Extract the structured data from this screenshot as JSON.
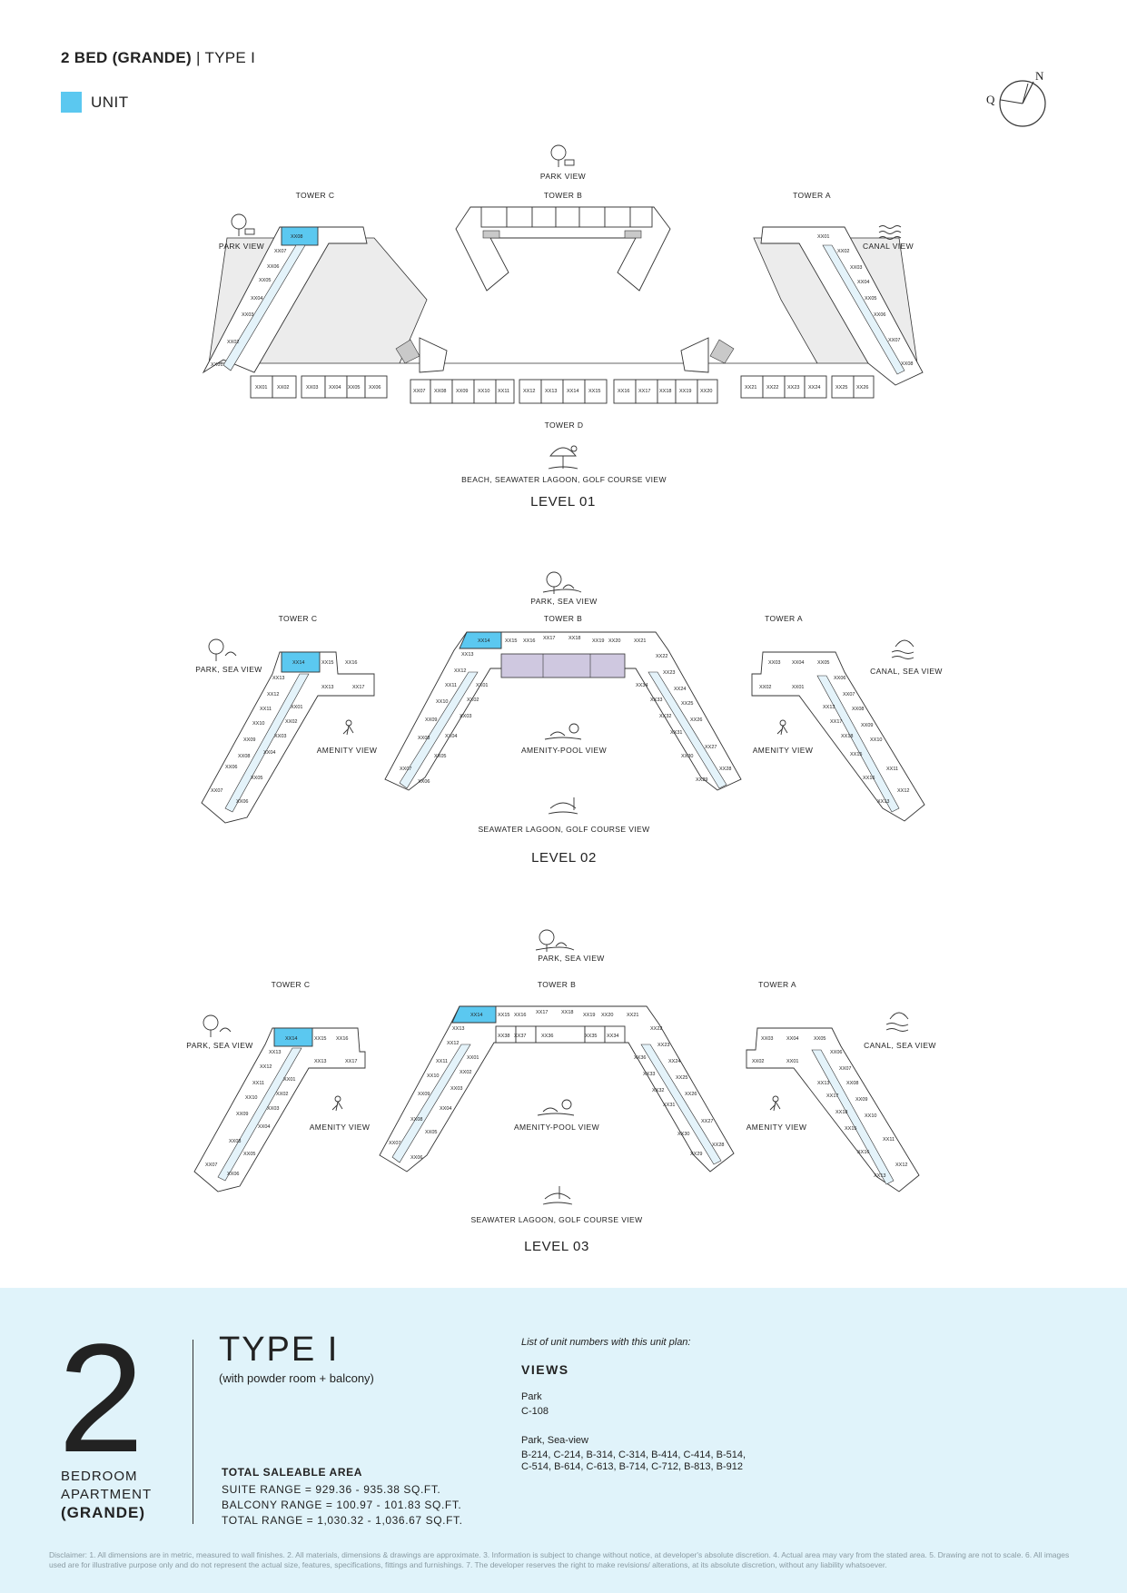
{
  "header": {
    "title_bold": "2 BED (GRANDE)",
    "title_sep": "|",
    "title_type": "TYPE I",
    "legend_label": "UNIT"
  },
  "compass": {
    "north": "N",
    "other": "Q"
  },
  "colors": {
    "unit_highlight": "#5bc8f0",
    "panel_bg": "#e0f3fa",
    "courtyard": "#ececec",
    "pool": "#cfc8e0"
  },
  "level1": {
    "name": "LEVEL 01",
    "views": {
      "top": "PARK VIEW",
      "left": "PARK VIEW",
      "right": "CANAL VIEW",
      "bottom": "BEACH, SEAWATER LAGOON, GOLF COURSE VIEW"
    },
    "towers": {
      "a": "TOWER A",
      "b": "TOWER B",
      "c": "TOWER C",
      "d": "TOWER D"
    },
    "units_bottom": [
      "XX01",
      "XX02",
      "XX03",
      "XX04",
      "XX05",
      "XX06",
      "XX07",
      "XX08",
      "XX09",
      "XX10",
      "XX11",
      "XX12",
      "XX13",
      "XX14",
      "XX15",
      "XX16",
      "XX17",
      "XX18",
      "XX19",
      "XX20",
      "XX21",
      "XX22",
      "XX23",
      "XX24",
      "XX25",
      "XX26"
    ],
    "units_c": [
      "XX08",
      "XX07",
      "XX06",
      "XX05",
      "XX04",
      "XX03",
      "XX02",
      "XX01"
    ],
    "units_a": [
      "XX01",
      "XX02",
      "XX03",
      "XX04",
      "XX05",
      "XX06",
      "XX07",
      "XX08"
    ],
    "highlight": "XX08"
  },
  "level2": {
    "name": "LEVEL 02",
    "views": {
      "top": "PARK, SEA VIEW",
      "left": "PARK, SEA VIEW",
      "right": "CANAL, SEA VIEW",
      "amenity_left": "AMENITY VIEW",
      "amenity_right": "AMENITY VIEW",
      "pool": "AMENITY-POOL VIEW",
      "bottom": "SEAWATER LAGOON, GOLF COURSE VIEW"
    },
    "towers": {
      "a": "TOWER A",
      "b": "TOWER B",
      "c": "TOWER C"
    },
    "units_c": [
      "XX14",
      "XX15",
      "XX16",
      "XX13",
      "XX12",
      "XX17",
      "XX11",
      "XX01",
      "XX10",
      "XX02",
      "XX09",
      "XX03",
      "XX08",
      "XX04",
      "XX05",
      "XX07",
      "XX06"
    ],
    "units_b_top": [
      "XX14",
      "XX15",
      "XX16",
      "XX17",
      "XX18",
      "XX19",
      "XX20",
      "XX21"
    ],
    "units_b_left": [
      "XX13",
      "XX12",
      "XX11",
      "XX10",
      "XX09",
      "XX08",
      "XX07",
      "XX06",
      "XX01",
      "XX02",
      "XX03",
      "XX04",
      "XX05"
    ],
    "units_b_right": [
      "XX22",
      "XX23",
      "XX24",
      "XX25",
      "XX26",
      "XX27",
      "XX28",
      "XX29",
      "XX30",
      "XX31",
      "XX32",
      "XX33",
      "XX34"
    ],
    "units_a": [
      "XX03",
      "XX04",
      "XX05",
      "XX02",
      "XX01",
      "XX06",
      "XX07",
      "XX08",
      "XX09",
      "XX10",
      "XX11",
      "XX12",
      "XX13",
      "XX14",
      "XX15",
      "XX16",
      "XX17",
      "XX18"
    ],
    "highlight": "XX14"
  },
  "level3": {
    "name": "LEVEL 03",
    "views": {
      "top": "PARK, SEA VIEW",
      "left": "PARK, SEA VIEW",
      "right": "CANAL, SEA VIEW",
      "amenity_left": "AMENITY VIEW",
      "amenity_right": "AMENITY VIEW",
      "pool": "AMENITY-POOL VIEW",
      "bottom": "SEAWATER LAGOON, GOLF COURSE VIEW"
    },
    "towers": {
      "a": "TOWER A",
      "b": "TOWER B",
      "c": "TOWER C"
    },
    "highlight": "XX14"
  },
  "summary": {
    "bed_count": "2",
    "bedroom_line1": "BEDROOM",
    "bedroom_line2": "APARTMENT",
    "bedroom_line3": "(GRANDE)",
    "type_title": "TYPE I",
    "type_subtitle": "(with powder room + balcony)",
    "area_title": "TOTAL SALEABLE AREA",
    "suite_range": "SUITE RANGE = 929.36 - 935.38 SQ.FT.",
    "balcony_range": "BALCONY RANGE = 100.97 - 101.83 SQ.FT.",
    "total_range": "TOTAL RANGE = 1,030.32 - 1,036.67 SQ.FT.",
    "list_header": "List of unit numbers with this unit plan:",
    "views_title": "VIEWS",
    "view_groups": [
      {
        "name": "Park",
        "units": "C-108"
      },
      {
        "name": "Park, Sea-view",
        "units": "B-214, C-214, B-314, C-314, B-414, C-414, B-514,\nC-514, B-614, C-613, B-714, C-712, B-813, B-912"
      }
    ]
  },
  "disclaimer": "Disclaimer: 1. All dimensions are in metric, measured to wall finishes. 2. All materials, dimensions & drawings are approximate. 3. Information is subject to change without notice, at developer's absolute discretion. 4. Actual area may vary from the stated area. 5. Drawing are not to scale. 6. All images used are for illustrative purpose only and do not represent the actual size, features, specifications, fittings and furnishings. 7. The developer reserves the right to make revisions/ alterations, at its absolute discretion, without any liability whatsoever."
}
